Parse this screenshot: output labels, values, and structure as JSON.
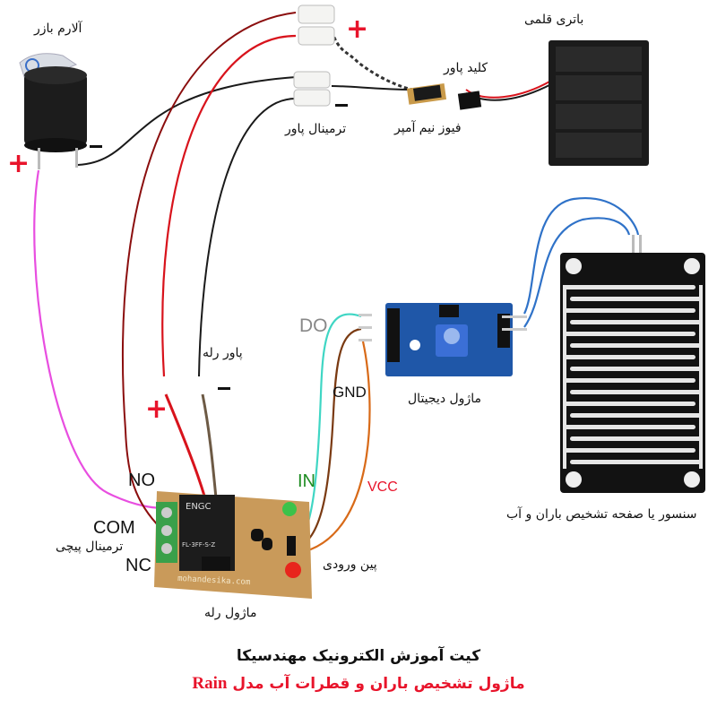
{
  "components": {
    "buzzer": {
      "label": "آلارم بازر",
      "plus": "+",
      "minus": "−"
    },
    "power_terminal": {
      "label": "ترمینال پاور",
      "plus": "+",
      "minus": "−"
    },
    "fuse": {
      "label": "فیوز نیم آمپر"
    },
    "power_switch": {
      "label": "کلید پاور"
    },
    "battery": {
      "label": "باتری قلمی"
    },
    "relay_power": {
      "label": "پاور رله",
      "plus": "+",
      "minus": "−"
    },
    "digital_module": {
      "label": "ماژول دیجیتال"
    },
    "sensor_plate": {
      "label": "سنسور یا صفحه تشخیص  باران و آب"
    },
    "relay_module": {
      "label": "ماژول رله",
      "brand": "mohandesika.com",
      "relay_brand": "ENGC",
      "relay_model": "FL-3FF-S-Z",
      "screw_terminal_label": "ترمینال پیچی",
      "input_pins_label": "پین ورودی",
      "terminals": [
        "NO",
        "COM",
        "NC"
      ],
      "input_pins": [
        "IN",
        "VCC"
      ]
    }
  },
  "pin_labels": {
    "do": "DO",
    "gnd": "GND",
    "in": "IN",
    "vcc": "VCC"
  },
  "titles": {
    "line1": "کیت آموزش الکترونیک مهندسیکا",
    "line2": "ماژول تشخیص باران و قطرات آب مدل",
    "line2_model": "Rain"
  },
  "colors": {
    "red_wire": "#d8131c",
    "black_wire": "#1a1a1a",
    "pink_wire": "#e84ee0",
    "cyan_wire": "#3fd6c4",
    "brown_wire": "#7a3a12",
    "orange_wire": "#d86a18",
    "blue_wire": "#2f72c8",
    "accent_red": "#e8142b",
    "accent_green": "#1e8c22"
  }
}
